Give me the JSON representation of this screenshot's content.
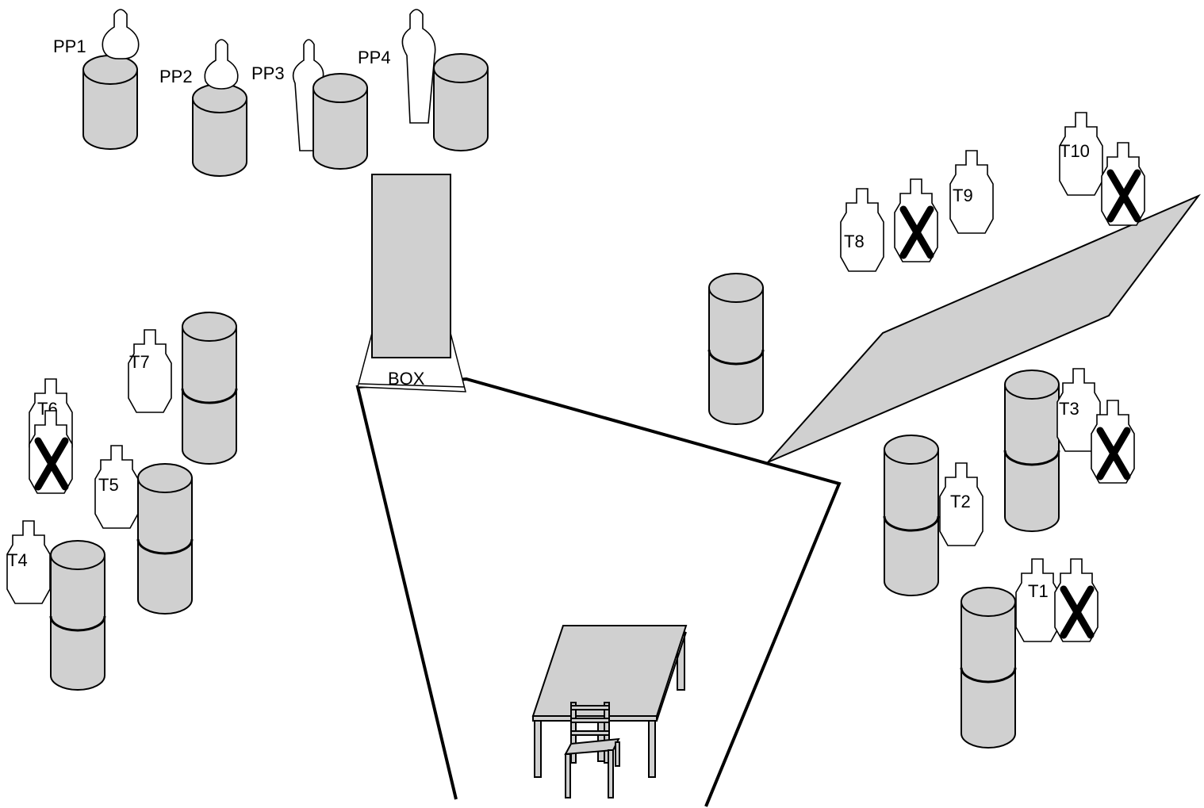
{
  "labels": {
    "pp1": "PP1",
    "pp2": "PP2",
    "pp3": "PP3",
    "pp4": "PP4",
    "t1": "T1",
    "t2": "T2",
    "t3": "T3",
    "t4": "T4",
    "t5": "T5",
    "t6": "T6",
    "t7": "T7",
    "t8": "T8",
    "t9": "T9",
    "t10": "T10",
    "box": "BOX"
  },
  "colors": {
    "prop_fill": "#d0d0d0",
    "outline": "#000000",
    "background": "#ffffff"
  }
}
